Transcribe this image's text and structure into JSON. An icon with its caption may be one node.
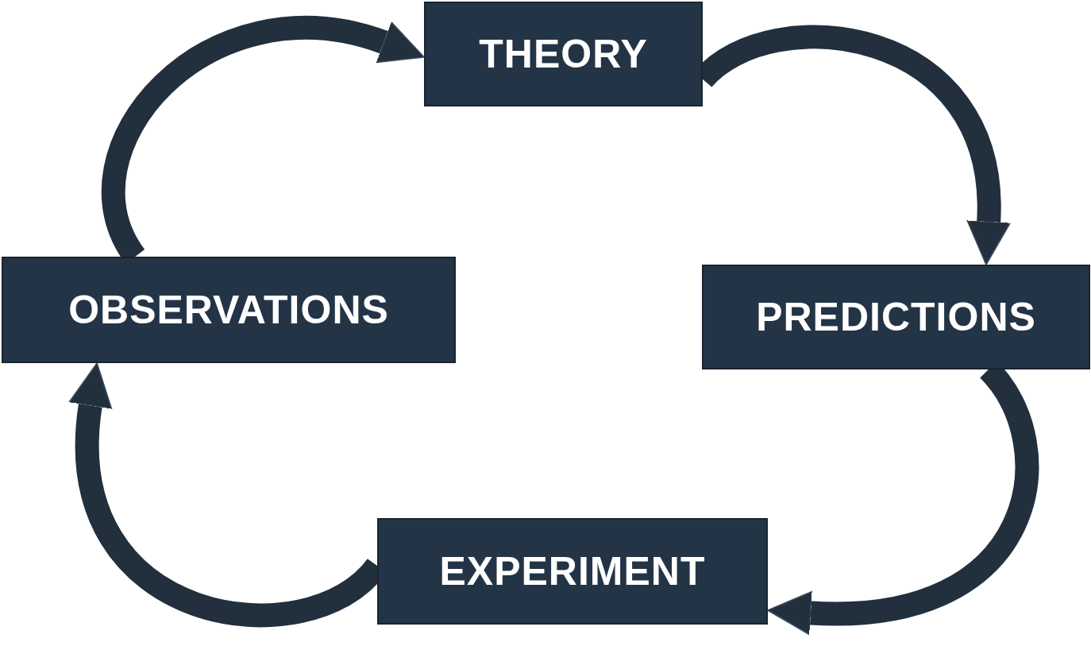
{
  "diagram": {
    "nodes": [
      {
        "text": [
          "THEORY"
        ]
      },
      {
        "text": [
          "PREDICTIONS"
        ]
      },
      {
        "text": [
          "EXPERIMENT"
        ]
      },
      {
        "text": [
          "OBSERVATIONS"
        ]
      }
    ],
    "edges": [
      {
        "from": 0,
        "to": 1,
        "arrow": "to"
      },
      {
        "from": 1,
        "to": 2,
        "arrow": "to"
      },
      {
        "from": 2,
        "to": 3,
        "arrow": "to"
      },
      {
        "from": 3,
        "to": 0,
        "arrow": "to"
      }
    ]
  }
}
